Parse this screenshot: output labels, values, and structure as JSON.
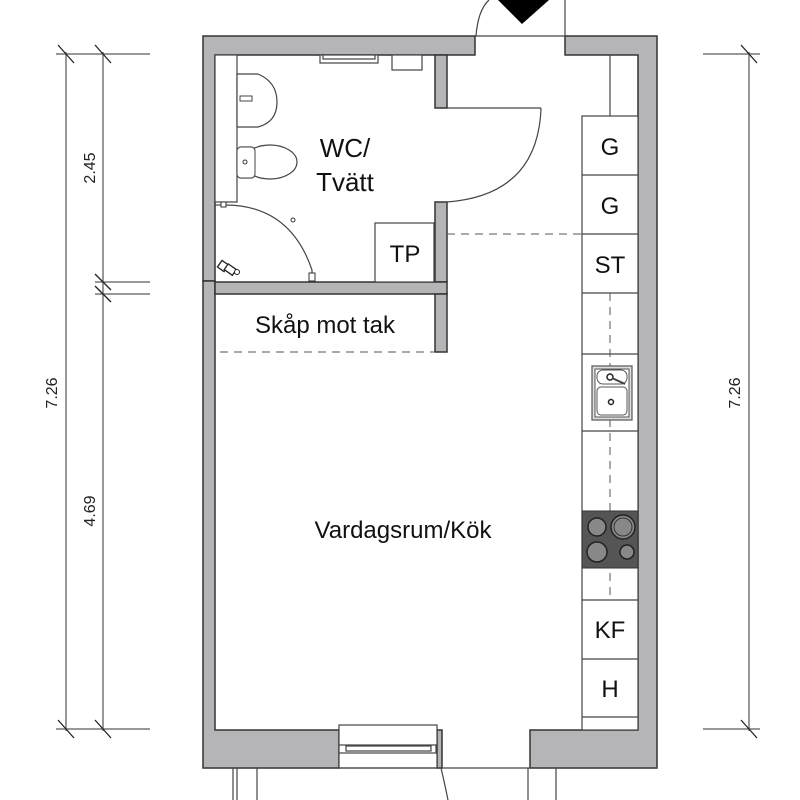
{
  "floorplan": {
    "rooms": {
      "wc_line1": "WC/",
      "wc_line2": "Tvätt",
      "closet": "Skåp mot tak",
      "living": "Vardagsrum/Kök",
      "tp": "TP"
    },
    "kitchen_units": [
      {
        "label": "G"
      },
      {
        "label": "G"
      },
      {
        "label": "ST"
      },
      {
        "label": ""
      },
      {
        "label": "sink"
      },
      {
        "label": ""
      },
      {
        "label": "stove"
      },
      {
        "label": ""
      },
      {
        "label": "KF"
      },
      {
        "label": "H"
      }
    ],
    "kitchen_labels": {
      "g1": "G",
      "g2": "G",
      "st": "ST",
      "kf": "KF",
      "h": "H"
    },
    "dimensions": {
      "left_outer": "7.26",
      "left_upper": "2.45",
      "left_lower": "4.69",
      "right_outer": "7.26"
    },
    "colors": {
      "wall": "#b5b5b7",
      "stove": "#555555",
      "entry_marker": "#000000"
    }
  }
}
